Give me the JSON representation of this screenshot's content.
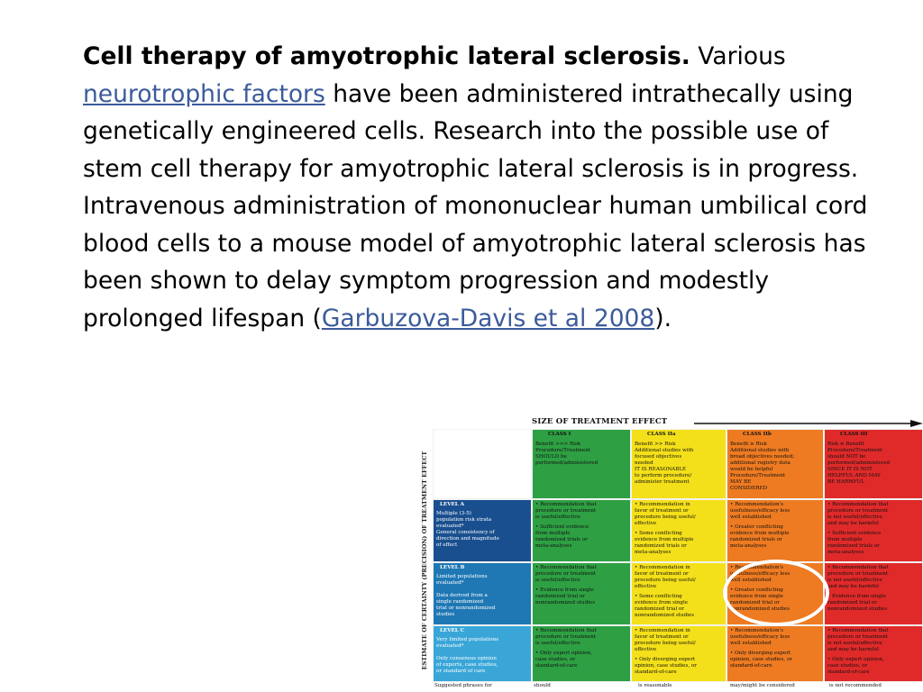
{
  "paragraph1": {
    "title": "Cell therapy of amyotrophic lateral sclerosis.",
    "text_before": " Various ",
    "link": "neurotrophic factors",
    "text_after": " have been administered intrathecally using genetically engineered cells. Research into the possible use of stem cell therapy for amyotrophic lateral sclerosis is in progress."
  },
  "paragraph2": {
    "text_before": "Intravenous administration of mononuclear human umbilical cord blood cells to a mouse model of amyotrophic lateral sclerosis has been shown to delay symptom progression and modestly prolonged lifespan (",
    "link": "Garbuzova-Davis et al 2008",
    "text_after": ")."
  },
  "figure": {
    "top_label": "SIZE OF TREATMENT EFFECT",
    "side_label": "ESTIMATE OF CERTAINTY (PRECISION) OF TREATMENT EFFECT",
    "colors": {
      "class1": "#2ea043",
      "class2a": "#f4e01a",
      "class2b": "#ee7b22",
      "class3": "#e02a2a",
      "levels": [
        "#1a4f8f",
        "#1f78b4",
        "#3aa6d8"
      ]
    },
    "classes": [
      {
        "title": "CLASS I",
        "body": "Benefit >>> Risk\nProcedure/Treatment\nSHOULD be\nperformed/administered"
      },
      {
        "title": "CLASS IIa",
        "body": "Benefit >> Risk\nAdditional studies with\nfocused objectives\nneeded\nIT IS REASONABLE\nto perform procedure/\nadminister treatment"
      },
      {
        "title": "CLASS IIb",
        "body": "Benefit ≥ Risk\nAdditional studies with\nbroad objectives needed;\nadditional registry data\nwould be helpful\nProcedure/Treatment\nMAY BE\nCONSIDERED"
      },
      {
        "title": "CLASS III",
        "body": "Risk ≥ Benefit\nProcedure/Treatment\nshould NOT be\nperformed/administered\nSINCE IT IS NOT\nHELPFUL AND MAY\nBE HARMFUL"
      }
    ],
    "levels": [
      {
        "title": "LEVEL A",
        "body": "Multiple (3-5)\npopulation risk strata\nevaluated*\nGeneral consistency of\ndirection and magnitude\nof effect",
        "cells": [
          [
            "• Recommendation that\nprocedure or treatment\nis useful/effective",
            "• Sufficient evidence\nfrom multiple\nrandomized trials or\nmeta-analyses"
          ],
          [
            "• Recommendation in\nfavor of treatment or\nprocedure being useful/\neffective",
            "• Some conflicting\nevidence from multiple\nrandomized trials or\nmeta-analyses"
          ],
          [
            "• Recommendation's\nusefulness/efficacy less\nwell established",
            "• Greater conflicting\nevidence from multiple\nrandomized trials or\nmeta-analyses"
          ],
          [
            "• Recommendation that\nprocedure or treatment\nis not useful/effective\nand may be harmful",
            "• Sufficient evidence\nfrom multiple\nrandomized trials or\nmeta-analyses"
          ]
        ]
      },
      {
        "title": "LEVEL B",
        "body": "Limited populations\nevaluated*\n\nData derived from a\nsingle randomized\ntrial or nonrandomized\nstudies",
        "cells": [
          [
            "• Recommendation that\nprocedure or treatment\nis useful/effective",
            "• Evidence from single\nrandomized trial or\nnonrandomized studies"
          ],
          [
            "• Recommendation in\nfavor of treatment or\nprocedure being useful/\neffective",
            "• Some conflicting\nevidence from single\nrandomized trial or\nnonrandomized studies"
          ],
          [
            "• Recommendation's\nusefulness/efficacy less\nwell established",
            "• Greater conflicting\nevidence from single\nrandomized trial or\nnonrandomized studies"
          ],
          [
            "• Recommendation that\nprocedure or treatment\nis not useful/effective\nand may be harmful",
            "• Evidence from single\nrandomized trial or\nnonrandomized studies"
          ]
        ]
      },
      {
        "title": "LEVEL C",
        "body": "Very limited populations\nevaluated*\n\nOnly consensus opinion\nof experts, case studies,\nor standard of care",
        "cells": [
          [
            "• Recommendation that\nprocedure or treatment\nis useful/effective",
            "• Only expert opinion,\ncase studies, or\nstandard-of-care"
          ],
          [
            "• Recommendation in\nfavor of treatment or\nprocedure being useful/\neffective",
            "• Only diverging expert\nopinion, case studies, or\nstandard-of-care"
          ],
          [
            "• Recommendation's\nusefulness/efficacy less\nwell established",
            "• Only diverging expert\nopinion, case studies, or\nstandard-of-care"
          ],
          [
            "• Recommendation that\nprocedure or treatment\nis not useful/effective\nand may be harmful",
            "• Only expert opinion,\ncase studies, or\nstandard-of-care"
          ]
        ]
      }
    ],
    "phrases": {
      "label": "Suggested phrases for",
      "items": [
        "should",
        "is reasonable",
        "may/might be considered",
        "is not recommended"
      ]
    }
  }
}
